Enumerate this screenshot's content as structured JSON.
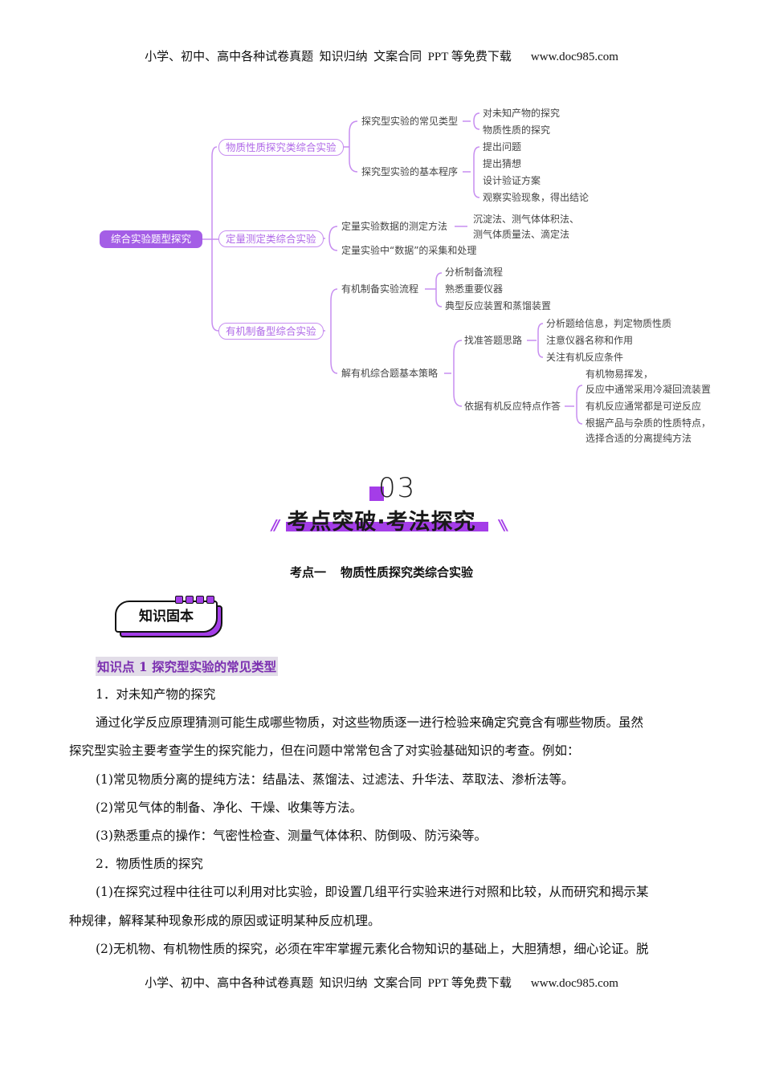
{
  "header": {
    "text": "小学、初中、高中各种试卷真题  知识归纳  文案合同  PPT 等免费下载",
    "url": "www.doc985.com"
  },
  "footer": {
    "text": "小学、初中、高中各种试卷真题  知识归纳  文案合同  PPT 等免费下载",
    "url": "www.doc985.com"
  },
  "mindmap": {
    "root": "综合实验题型探究",
    "branches": [
      {
        "label": "物质性质探究类综合实验",
        "children": [
          {
            "label": "探究型实验的常见类型",
            "children": [
              "对未知产物的探究",
              "物质性质的探究"
            ]
          },
          {
            "label": "探究型实验的基本程序",
            "children": [
              "提出问题",
              "提出猜想",
              "设计验证方案",
              "观察实验现象，得出结论"
            ]
          }
        ]
      },
      {
        "label": "定量测定类综合实验",
        "children": [
          {
            "label": "定量实验数据的测定方法",
            "children": [
              "沉淀法、测气体体积法、",
              "测气体质量法、滴定法"
            ]
          },
          {
            "label": "定量实验中“数据”的采集和处理",
            "children": []
          }
        ]
      },
      {
        "label": "有机制备型综合实验",
        "children": [
          {
            "label": "有机制备实验流程",
            "children": [
              "分析制备流程",
              "熟悉重要仪器",
              "典型反应装置和蒸馏装置"
            ]
          },
          {
            "label": "解有机综合题基本策略",
            "children": [
              {
                "label": "找准答题思路",
                "children": [
                  "分析题给信息，判定物质性质",
                  "注意仪器名称和作用",
                  "关注有机反应条件"
                ]
              },
              {
                "label": "依据有机反应特点作答",
                "children": [
                  "有机物易挥发，",
                  "反应中通常采用冷凝回流装置",
                  "有机反应通常都是可逆反应",
                  "根据产品与杂质的性质特点，",
                  "选择合适的分离提纯方法"
                ]
              }
            ]
          }
        ]
      }
    ]
  },
  "section": {
    "number": "03",
    "title": "考点突破·考法探究",
    "slashes": "//",
    "subtitle_prefix": "考点一",
    "subtitle": "物质性质探究类综合实验",
    "badge": "知识固本"
  },
  "content": {
    "knowledge_point": "知识点 1  探究型实验的常见类型",
    "h1": "1．对未知产物的探究",
    "p1_line1": "通过化学反应原理猜测可能生成哪些物质，对这些物质逐一进行检验来确定究竟含有哪些物质。虽然",
    "p1_line2": "探究型实验主要考查学生的探究能力，但在问题中常常包含了对实验基础知识的考查。例如：",
    "item1": "(1)常见物质分离的提纯方法：结晶法、蒸馏法、过滤法、升华法、萃取法、渗析法等。",
    "item2": "(2)常见气体的制备、净化、干燥、收集等方法。",
    "item3": "(3)熟悉重点的操作：气密性检查、测量气体体积、防倒吸、防污染等。",
    "h2": "2．物质性质的探究",
    "p2_line1": "(1)在探究过程中往往可以利用对比实验，即设置几组平行实验来进行对照和比较，从而研究和揭示某",
    "p2_line2": "种规律，解释某种现象形成的原因或证明某种反应机理。",
    "p3_line1": "(2)无机物、有机物性质的探究，必须在牢牢掌握元素化合物知识的基础上，大胆猜想，细心论证。脱"
  },
  "colors": {
    "accent": "#a43de8",
    "mindmap_line": "#c78ef0",
    "root_fill": "#a45ee6",
    "kp_text": "#7b2fb0",
    "kp_bg": "#e2dde8"
  }
}
